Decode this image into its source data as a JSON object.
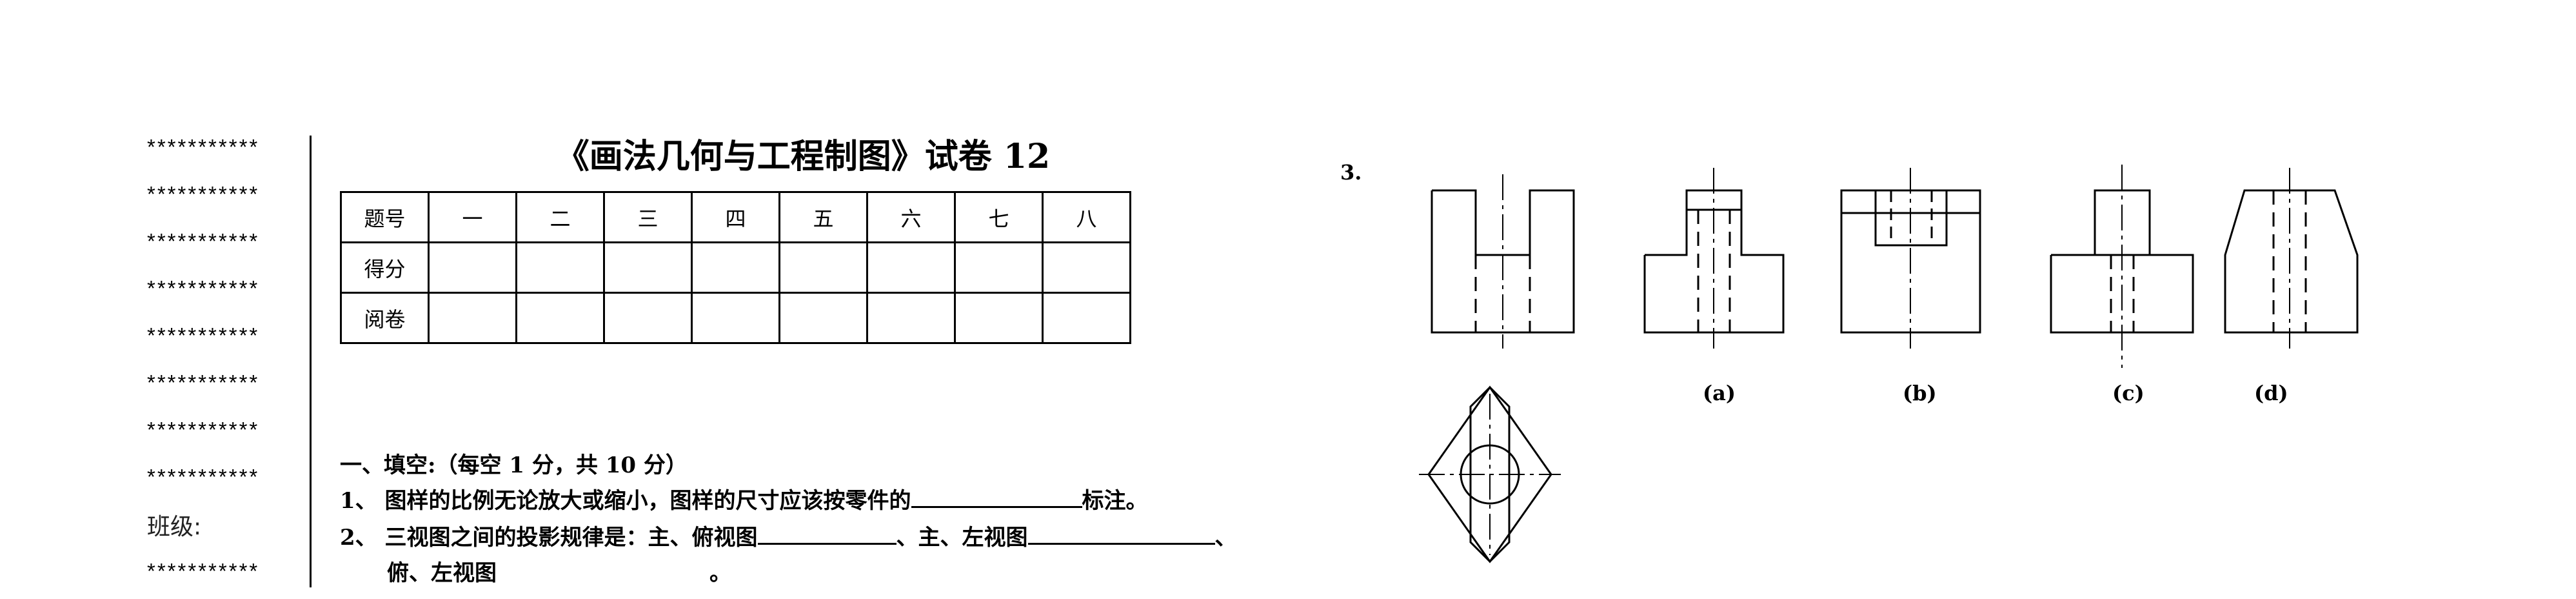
{
  "sidebar": {
    "lines": [
      "***********",
      "***********",
      "***********",
      "***********",
      "***********",
      "***********",
      "***********",
      "***********",
      "班级:",
      "***********"
    ]
  },
  "exam": {
    "title": "《画法几何与工程制图》试卷  12",
    "score_table": {
      "headers": [
        "题号",
        "一",
        "二",
        "三",
        "四",
        "五",
        "六",
        "七",
        "八"
      ],
      "rows": [
        [
          "得分",
          "",
          "",
          "",
          "",
          "",
          "",
          "",
          ""
        ],
        [
          "阅卷",
          "",
          "",
          "",
          "",
          "",
          "",
          "",
          ""
        ]
      ]
    }
  },
  "section1": {
    "heading": "一、填空:（每空 1 分，共 10 分）",
    "q1_prefix": "1、 图样的比例无论放大或缩小，图样的尺寸应该按零件的",
    "q1_suffix": "标注。",
    "q2_prefix": "2、 三视图之间的投影规律是：主、俯视图",
    "q2_mid": "、主、左视图",
    "q2_suffix": "、",
    "q2_cont": "俯、左视图",
    "q2_end": "。"
  },
  "question3": {
    "number": "3.",
    "captions": [
      "(a)",
      "(b)",
      "(c)",
      "(d)"
    ]
  }
}
